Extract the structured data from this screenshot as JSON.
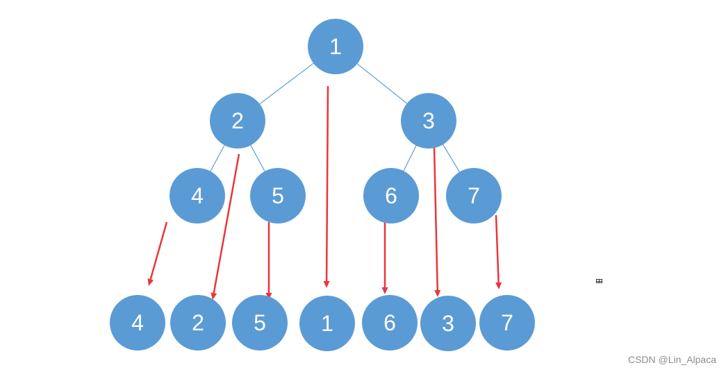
{
  "tree": {
    "nodes": [
      {
        "id": "n1",
        "label": "1"
      },
      {
        "id": "n2",
        "label": "2"
      },
      {
        "id": "n3",
        "label": "3"
      },
      {
        "id": "n4",
        "label": "4"
      },
      {
        "id": "n5",
        "label": "5"
      },
      {
        "id": "n6",
        "label": "6"
      },
      {
        "id": "n7",
        "label": "7"
      }
    ],
    "edges": [
      [
        "n1",
        "n2"
      ],
      [
        "n1",
        "n3"
      ],
      [
        "n2",
        "n4"
      ],
      [
        "n2",
        "n5"
      ],
      [
        "n3",
        "n6"
      ],
      [
        "n3",
        "n7"
      ]
    ]
  },
  "result": {
    "items": [
      {
        "id": "r4",
        "label": "4",
        "from": "n4"
      },
      {
        "id": "r2",
        "label": "2",
        "from": "n2"
      },
      {
        "id": "r5",
        "label": "5",
        "from": "n5"
      },
      {
        "id": "r1",
        "label": "1",
        "from": "n1"
      },
      {
        "id": "r6",
        "label": "6",
        "from": "n6"
      },
      {
        "id": "r3",
        "label": "3",
        "from": "n3"
      },
      {
        "id": "r7",
        "label": "7",
        "from": "n7"
      }
    ]
  },
  "colors": {
    "node": "#5b9bd5",
    "arrow": "#e8363a",
    "edge": "#5b9bd5"
  },
  "watermark": "CSDN @Lin_Alpaca"
}
